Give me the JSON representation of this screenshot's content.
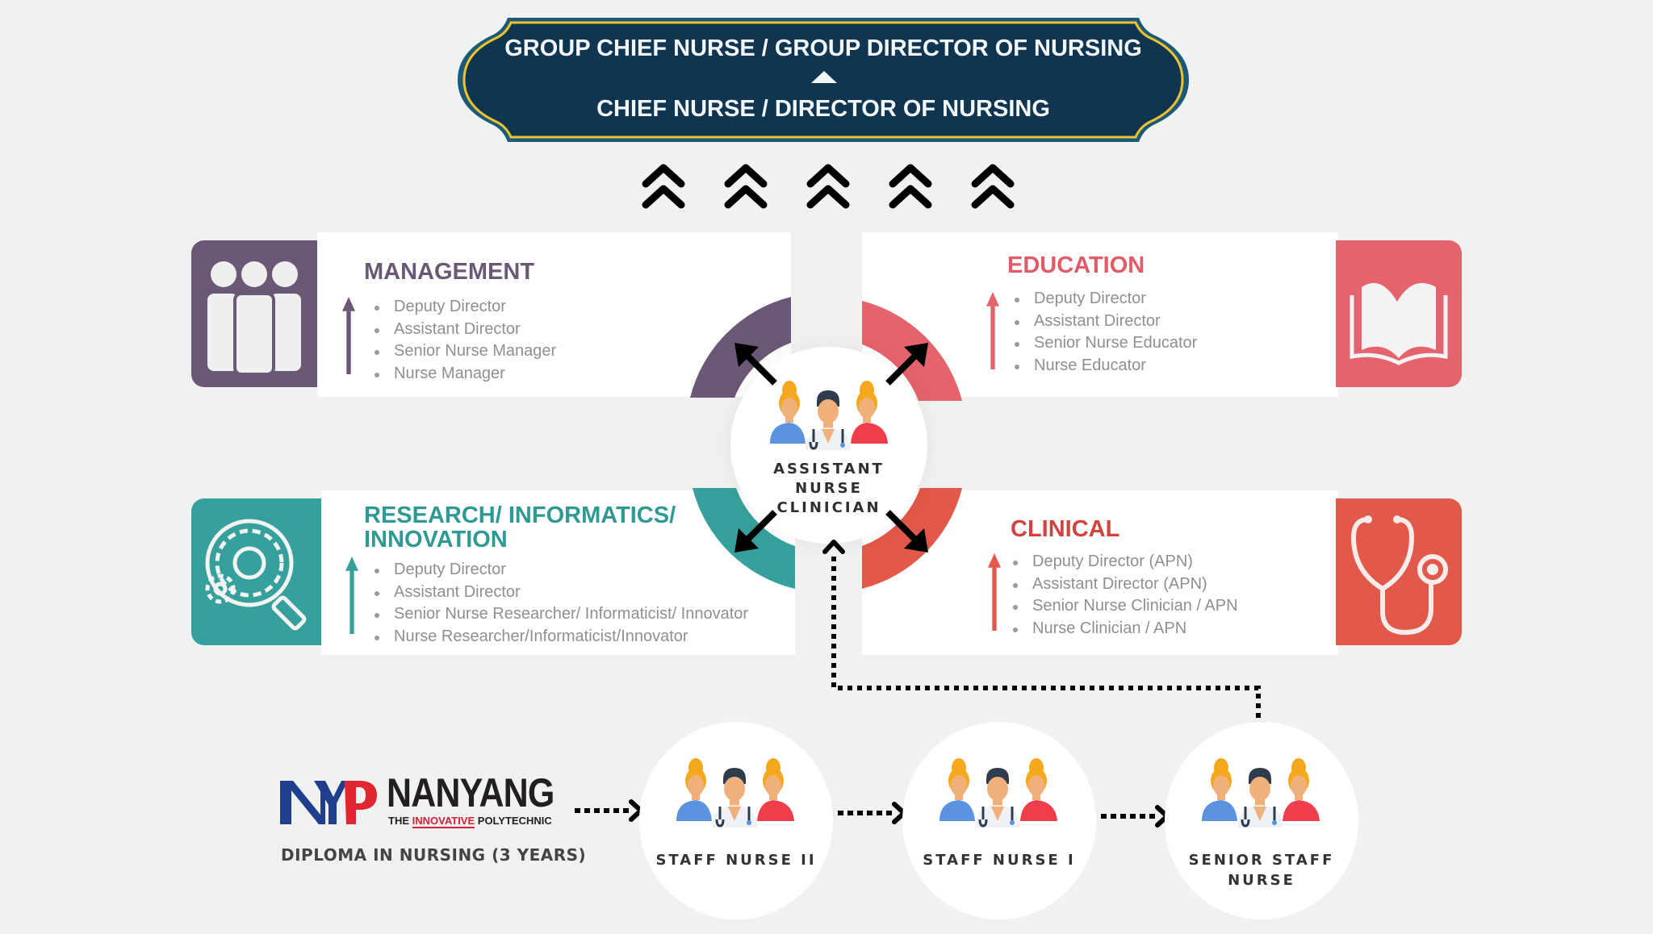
{
  "banner": {
    "line1": "GROUP CHIEF NURSE / GROUP DIRECTOR OF NURSING",
    "line2": "CHIEF NURSE / DIRECTOR OF NURSING",
    "bg_color": "#0f3550",
    "border_color": "#f2c12e"
  },
  "chevrons": {
    "count": 5,
    "icon": "double-chevron-up-icon"
  },
  "center": {
    "label_lines": [
      "ASSISTANT",
      "NURSE",
      "CLINICIAN"
    ],
    "icon": "nurses-group-icon"
  },
  "tracks": {
    "management": {
      "title": "MANAGEMENT",
      "color": "#6b5876",
      "icon": "people-group-icon",
      "items": [
        "Deputy Director",
        "Assistant Director",
        "Senior Nurse Manager",
        "Nurse Manager"
      ]
    },
    "education": {
      "title": "EDUCATION",
      "color": "#e5636c",
      "icon": "open-book-icon",
      "items": [
        "Deputy Director",
        "Assistant Director",
        "Senior Nurse Educator",
        "Nurse Educator"
      ]
    },
    "research": {
      "title_line1": "RESEARCH/ INFORMATICS/",
      "title_line2": "INNOVATION",
      "color": "#36a19c",
      "icon": "gears-magnifier-icon",
      "items": [
        "Deputy Director",
        "Assistant Director",
        "Senior Nurse Researcher/ Informaticist/ Innovator",
        "Nurse Researcher/Informaticist/Innovator"
      ]
    },
    "clinical": {
      "title": "CLINICAL",
      "color": "#e2584a",
      "icon": "stethoscope-icon",
      "items": [
        "Deputy Director (APN)",
        "Assistant Director (APN)",
        "Senior Nurse Clinician / APN",
        "Nurse Clinician / APN"
      ]
    }
  },
  "pathway": {
    "school": {
      "logo_letters": "NYP",
      "name": "NANYANG",
      "tagline_pre": "THE ",
      "tagline_em": "INNOVATIVE",
      "tagline_post": " POLYTECHNIC",
      "program": "DIPLOMA IN NURSING (3 YEARS)"
    },
    "steps": [
      {
        "label_lines": [
          "STAFF NURSE II"
        ]
      },
      {
        "label_lines": [
          "STAFF NURSE I"
        ]
      },
      {
        "label_lines": [
          "SENIOR STAFF",
          "NURSE"
        ]
      }
    ]
  }
}
